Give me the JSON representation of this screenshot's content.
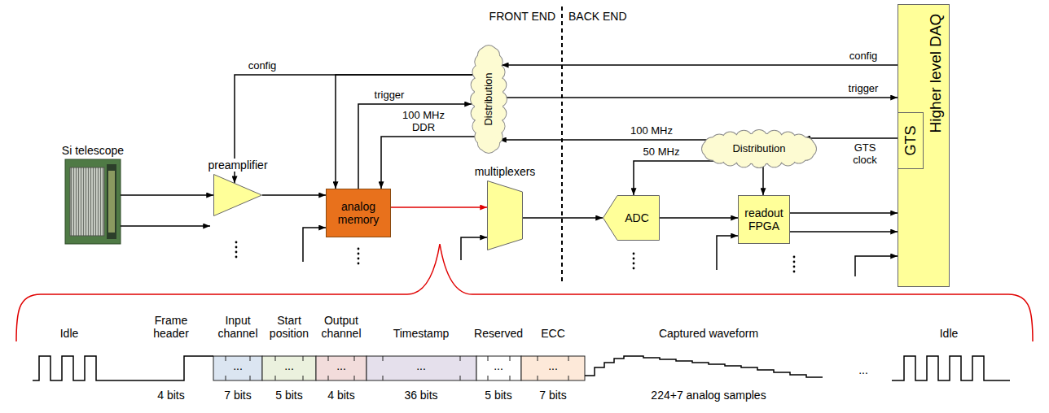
{
  "diagram": {
    "nodes": [
      {
        "text": [
          "Si telescope"
        ]
      },
      {
        "text": [
          "preamplifier"
        ]
      },
      {
        "text": [
          "analog memory"
        ]
      },
      {
        "text": [
          "multiplexers"
        ]
      },
      {
        "text": [
          "ADC"
        ]
      },
      {
        "text": [
          "readout FPGA"
        ]
      },
      {
        "text": [
          "Higher level DAQ"
        ]
      },
      {
        "text": [
          "GTS"
        ],
        "in": 6
      },
      {
        "text": [
          "Distribution"
        ]
      },
      {
        "text": [
          "Distribution"
        ]
      }
    ],
    "edges": [
      {
        "from": 0,
        "to": 1,
        "arrow": "to"
      },
      {
        "from": 1,
        "to": 2,
        "arrow": "to"
      },
      {
        "from": 2,
        "to": 3,
        "arrow": "to"
      },
      {
        "from": 3,
        "to": 4,
        "arrow": "to"
      },
      {
        "from": 4,
        "to": 5,
        "arrow": "to"
      },
      {
        "from": 5,
        "to": 6,
        "arrow": "to"
      },
      {
        "from": 6,
        "to": 8,
        "label": "config",
        "arrow": "to"
      },
      {
        "from": 8,
        "to": 1,
        "label": "config",
        "arrow": "to"
      },
      {
        "from": 8,
        "to": 2,
        "arrow": "to"
      },
      {
        "from": 2,
        "to": 8,
        "label": "trigger",
        "arrow": "to"
      },
      {
        "from": 8,
        "to": 6,
        "label": "trigger",
        "arrow": "to"
      },
      {
        "from": 8,
        "to": 2,
        "label": "100 MHz DDR",
        "arrow": "to"
      },
      {
        "from": 9,
        "to": 8,
        "label": "100 MHz",
        "arrow": "to"
      },
      {
        "from": 7,
        "to": 9,
        "label": "GTS clock",
        "arrow": "to"
      },
      {
        "from": 9,
        "to": 4,
        "label": "50 MHz",
        "arrow": "to"
      },
      {
        "from": 9,
        "to": 5,
        "arrow": "to"
      }
    ],
    "labels": [
      "FRONT END",
      "BACK END",
      "Idle",
      "Frame header",
      "Input channel",
      "Start position",
      "Output channel",
      "Timestamp",
      "Reserved",
      "ECC",
      "Captured waveform",
      "Idle",
      "...",
      "...",
      "...",
      "...",
      "...",
      "...",
      "...",
      "4 bits",
      "7 bits",
      "5 bits",
      "4 bits",
      "36 bits",
      "5 bits",
      "7 bits",
      "224+7 analog samples"
    ]
  }
}
